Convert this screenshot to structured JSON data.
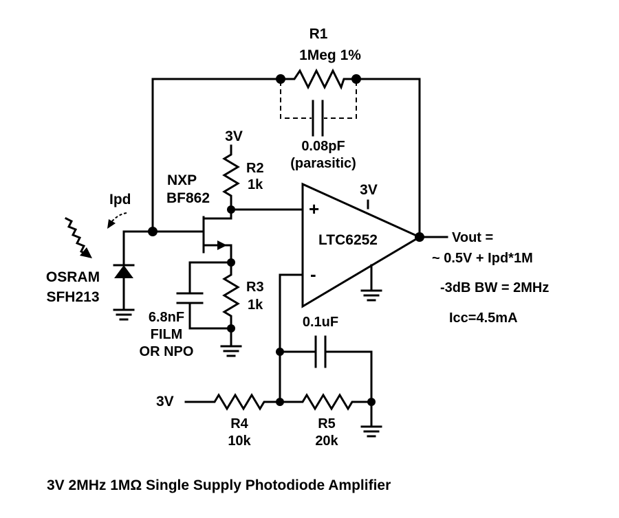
{
  "colors": {
    "ink": "#000000",
    "background": "#ffffff"
  },
  "labels": {
    "r1_name": "R1",
    "r1_value": "1Meg 1%",
    "cpar_value": "0.08pF",
    "cpar_note": "(parasitic)",
    "supply_top": "3V",
    "r2_name": "R2",
    "r2_value": "1k",
    "jfet_brand": "NXP",
    "jfet_part": "BF862",
    "opamp_supply": "3V",
    "plus_sign": "+",
    "minus_sign": "-",
    "opamp_part": "LTC6252",
    "ipd": "Ipd",
    "diode_brand": "OSRAM",
    "diode_part": "SFH213",
    "r3_name": "R3",
    "r3_value": "1k",
    "cap_68_value": "6.8nF",
    "cap_68_type1": "FILM",
    "cap_68_type2": "OR NPO",
    "c01_value": "0.1uF",
    "supply_bottom": "3V",
    "r4_name": "R4",
    "r4_value": "10k",
    "r5_name": "R5",
    "r5_value": "20k",
    "vout_line1": "Vout =",
    "vout_line2": "~ 0.5V + Ipd*1M",
    "bandwidth": "-3dB BW = 2MHz",
    "supply_current": "Icc=4.5mA",
    "caption": "3V  2MHz  1MΩ  Single Supply Photodiode Amplifier"
  }
}
